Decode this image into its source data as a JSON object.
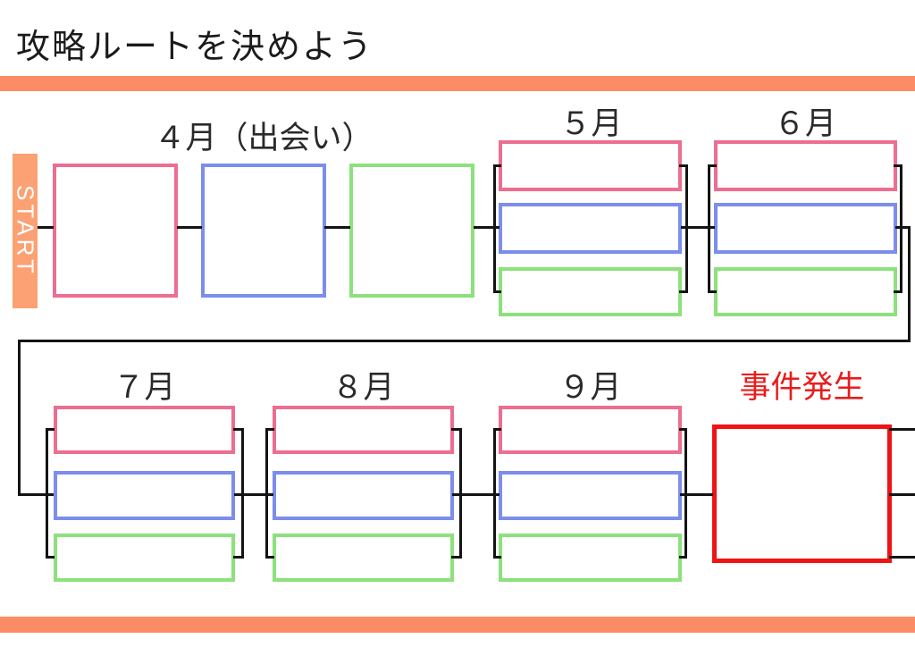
{
  "title": "攻略ルートを決めよう",
  "start_label": "START",
  "row1": {
    "groups": [
      {
        "id": "april",
        "label": "４月（出会い）",
        "box_colors": [
          "pink",
          "blue",
          "green"
        ]
      },
      {
        "id": "may",
        "label": "５月",
        "box_colors": [
          "pink",
          "blue",
          "green"
        ]
      },
      {
        "id": "june",
        "label": "６月",
        "box_colors": [
          "pink",
          "blue",
          "green"
        ]
      }
    ]
  },
  "row2": {
    "groups": [
      {
        "id": "july",
        "label": "７月",
        "box_colors": [
          "pink",
          "blue",
          "green"
        ]
      },
      {
        "id": "august",
        "label": "８月",
        "box_colors": [
          "pink",
          "blue",
          "green"
        ]
      },
      {
        "id": "september",
        "label": "９月",
        "box_colors": [
          "pink",
          "blue",
          "green"
        ]
      }
    ],
    "event_label": "事件発生"
  },
  "colors": {
    "bar": "#FB8C66",
    "startbg": "#FBA173",
    "pink": "#EC6E90",
    "blue": "#7B8EEC",
    "green": "#8DE17C",
    "red": "#EE1414",
    "redtext": "#E81D1D",
    "line": "#141414"
  }
}
